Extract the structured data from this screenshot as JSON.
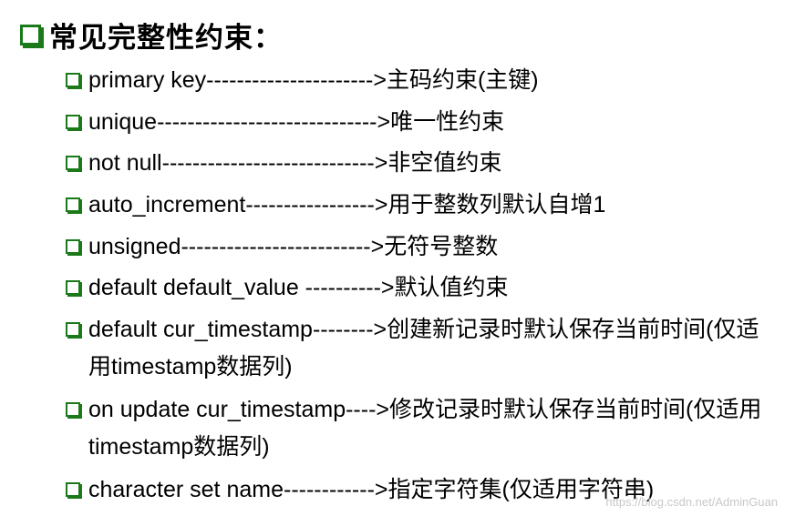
{
  "title": "常见完整性约束：",
  "items": [
    {
      "text": "primary key---------------------->主码约束(主键)"
    },
    {
      "text": "unique----------------------------->唯一性约束"
    },
    {
      "text": "not null---------------------------->非空值约束"
    },
    {
      "text": "auto_increment----------------->用于整数列默认自增1"
    },
    {
      "text": "unsigned------------------------->无符号整数"
    },
    {
      "text": "default default_value ---------->默认值约束"
    },
    {
      "text": "default cur_timestamp-------->创建新记录时默认保存当前时间(仅适用timestamp数据列)"
    },
    {
      "text": "on update cur_timestamp---->修改记录时默认保存当前时间(仅适用timestamp数据列)"
    },
    {
      "text": "character set name------------>指定字符集(仅适用字符串)"
    }
  ],
  "watermark": "https://blog.csdn.net/AdminGuan",
  "colors": {
    "bullet": "#1a7a1a",
    "text": "#000000",
    "background": "#ffffff"
  },
  "icons": {
    "bullet": "checkbox-square-icon"
  }
}
